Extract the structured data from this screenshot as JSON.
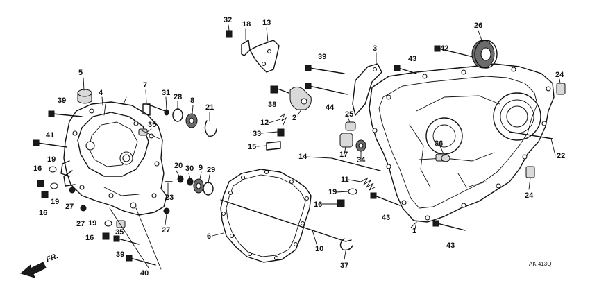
{
  "diagram": {
    "direction_label": "FR.",
    "figure_code": "AK 413Q",
    "callouts": {
      "c1": "1",
      "c2": "2",
      "c3": "3",
      "c4": "4",
      "c5": "5",
      "c6": "6",
      "c7": "7",
      "c8": "8",
      "c9": "9",
      "c10": "10",
      "c11": "11",
      "c12": "12",
      "c13": "13",
      "c14": "14",
      "c15": "15",
      "c16a": "16",
      "c16b": "16",
      "c16c": "16",
      "c16d": "16",
      "c17": "17",
      "c18": "18",
      "c19a": "19",
      "c19b": "19",
      "c19c": "19",
      "c19d": "19",
      "c20": "20",
      "c21": "21",
      "c22": "22",
      "c23": "23",
      "c24a": "24",
      "c24b": "24",
      "c25": "25",
      "c26": "26",
      "c27a": "27",
      "c27b": "27",
      "c27c": "27",
      "c28": "28",
      "c29": "29",
      "c30": "30",
      "c31": "31",
      "c32": "32",
      "c33": "33",
      "c34": "34",
      "c35a": "35",
      "c35b": "35",
      "c36": "36",
      "c37": "37",
      "c38": "38",
      "c39a": "39",
      "c39b": "39",
      "c39c": "39",
      "c40": "40",
      "c41": "41",
      "c42": "42",
      "c43a": "43",
      "c43b": "43",
      "c43c": "43",
      "c44": "44"
    }
  }
}
